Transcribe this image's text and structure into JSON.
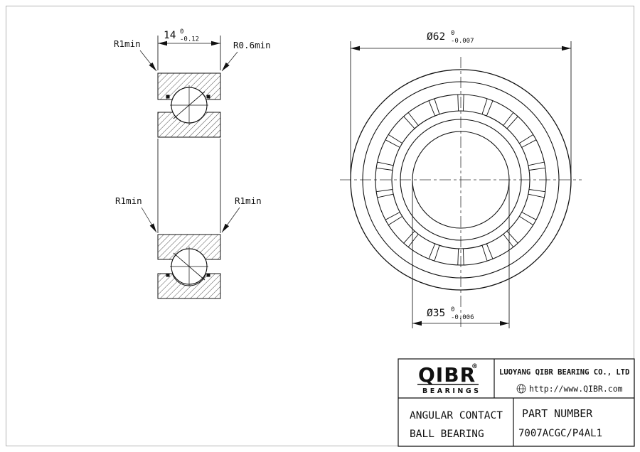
{
  "drawing": {
    "section_view": {
      "width_dim": {
        "value": "14",
        "tol_upper": "0",
        "tol_lower": "-0.12"
      },
      "corner_top_left": "R1min",
      "corner_top_right": "R0.6min",
      "corner_mid_left": "R1min",
      "corner_mid_right": "R1min"
    },
    "front_view": {
      "outer_dim": {
        "value": "Ø62",
        "tol_upper": "0",
        "tol_lower": "-0.007"
      },
      "bore_dim": {
        "value": "Ø35",
        "tol_upper": "0",
        "tol_lower": "-0.006"
      }
    }
  },
  "title_block": {
    "logo_text": "QIBR",
    "logo_registered": "®",
    "logo_subtext": "BEARINGS",
    "company_name": "LUOYANG QIBR BEARING CO., LTD",
    "website": "http://www.QIBR.com",
    "product_type_line1": "ANGULAR CONTACT",
    "product_type_line2": "BALL BEARING",
    "part_number_label": "PART NUMBER",
    "part_number_value": "7007ACGC/P4AL1"
  }
}
